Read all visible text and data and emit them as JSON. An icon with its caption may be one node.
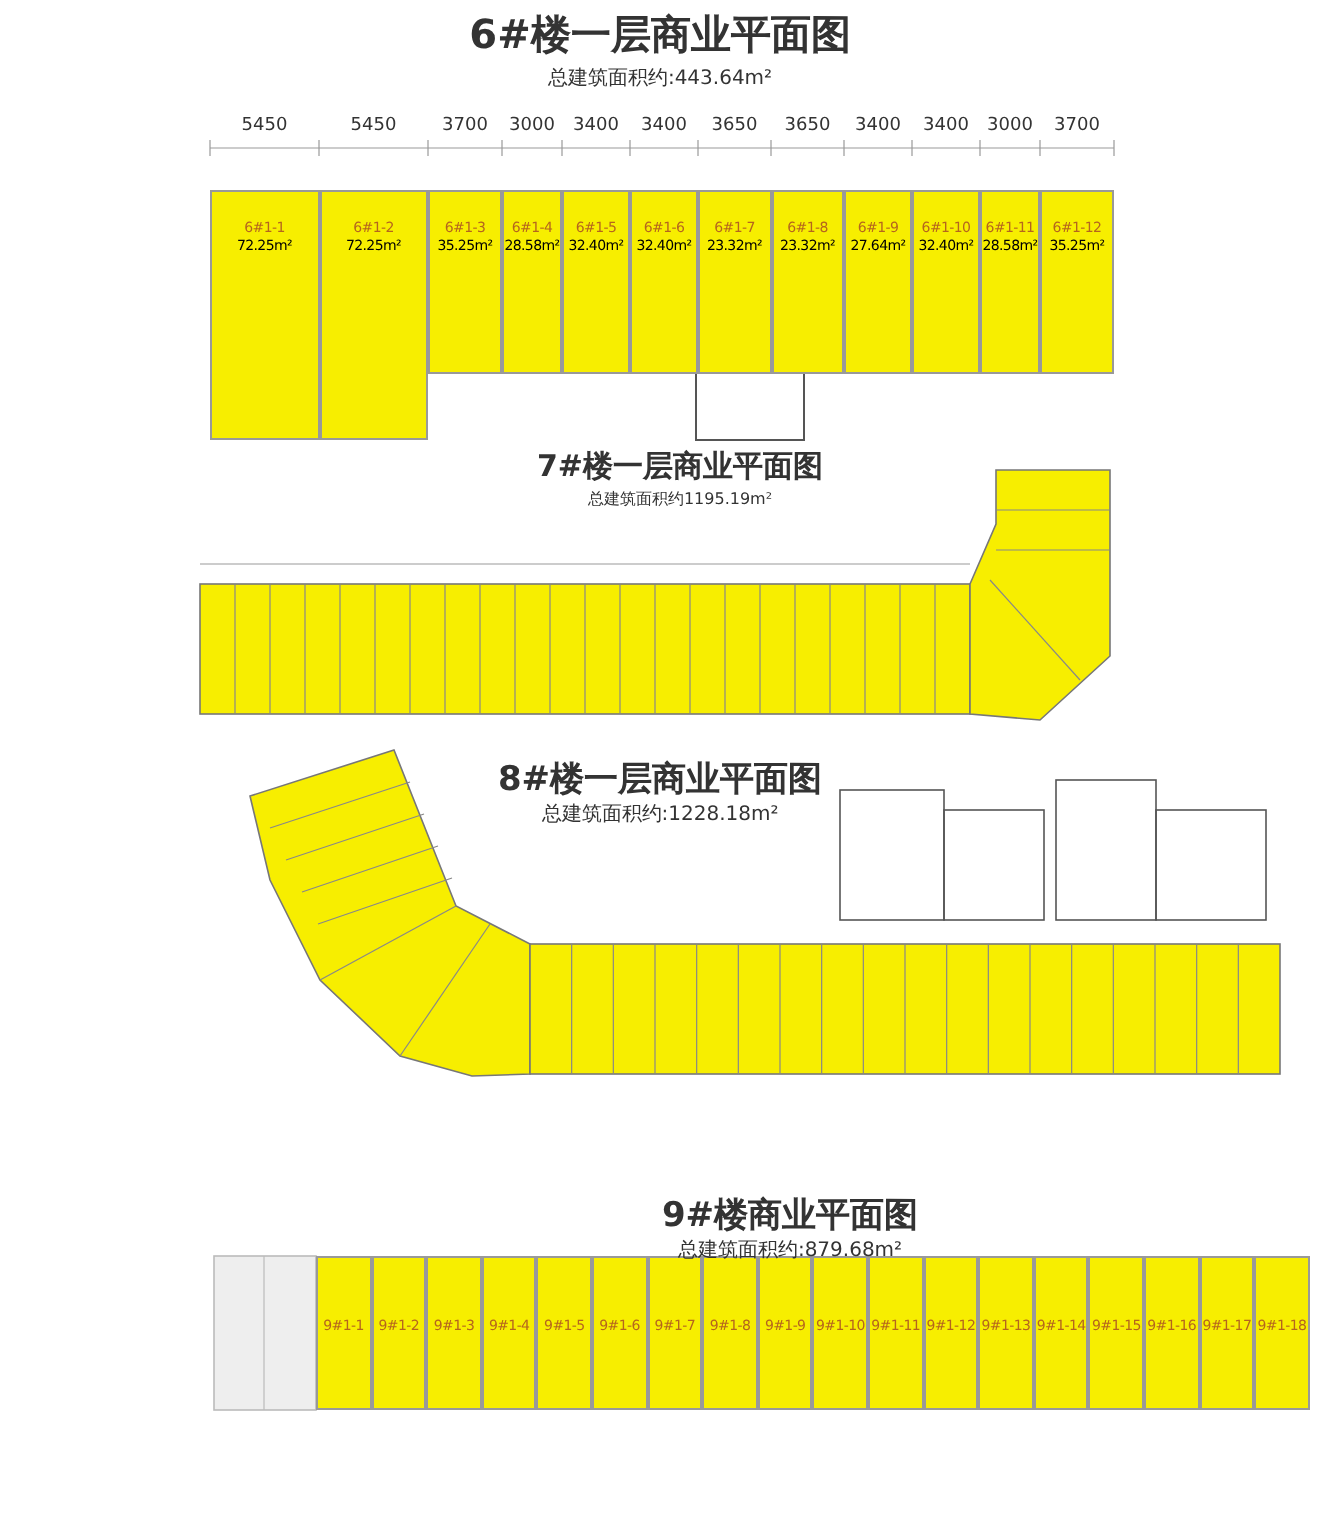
{
  "diagram": {
    "nodes": [
      {
        "text": [
          "6#1-1",
          "72.25m²"
        ]
      },
      {
        "text": [
          "6#1-2",
          "72.25m²"
        ]
      },
      {
        "text": [
          "6#1-3",
          "35.25m²"
        ]
      },
      {
        "text": [
          "6#1-4",
          "28.58m²"
        ]
      },
      {
        "text": [
          "6#1-5",
          "32.40m²"
        ]
      },
      {
        "text": [
          "6#1-6",
          "32.40m²"
        ]
      },
      {
        "text": [
          "6#1-7",
          "23.32m²"
        ]
      },
      {
        "text": [
          "6#1-8",
          "23.32m²"
        ]
      },
      {
        "text": [
          "6#1-9",
          "27.64m²"
        ]
      },
      {
        "text": [
          "6#1-10",
          "32.40m²"
        ]
      },
      {
        "text": [
          "6#1-11",
          "28.58m²"
        ]
      },
      {
        "text": [
          "6#1-12",
          "35.25m²"
        ]
      },
      {
        "text": [
          "9#1-1"
        ]
      },
      {
        "text": [
          "9#1-2"
        ]
      },
      {
        "text": [
          "9#1-3"
        ]
      },
      {
        "text": [
          "9#1-4"
        ]
      },
      {
        "text": [
          "9#1-5"
        ]
      },
      {
        "text": [
          "9#1-6"
        ]
      },
      {
        "text": [
          "9#1-7"
        ]
      },
      {
        "text": [
          "9#1-8"
        ]
      },
      {
        "text": [
          "9#1-9"
        ]
      },
      {
        "text": [
          "9#1-10"
        ]
      },
      {
        "text": [
          "9#1-11"
        ]
      },
      {
        "text": [
          "9#1-12"
        ]
      },
      {
        "text": [
          "9#1-13"
        ]
      },
      {
        "text": [
          "9#1-14"
        ]
      },
      {
        "text": [
          "9#1-15"
        ]
      },
      {
        "text": [
          "9#1-16"
        ]
      },
      {
        "text": [
          "9#1-17"
        ]
      },
      {
        "text": [
          "9#1-18"
        ]
      }
    ],
    "labels": [
      "6#楼一层商业平面图",
      "总建筑面积约:443.64m²",
      "5450",
      "5450",
      "3700",
      "3000",
      "3400",
      "3400",
      "3650",
      "3650",
      "3400",
      "3400",
      "3000",
      "3700",
      "7#楼一层商业平面图",
      "总建筑面积约1195.19m²",
      "8#楼一层商业平面图",
      "总建筑面积约:1228.18m²",
      "9#楼商业平面图",
      "总建筑面积约:879.68m²"
    ]
  }
}
